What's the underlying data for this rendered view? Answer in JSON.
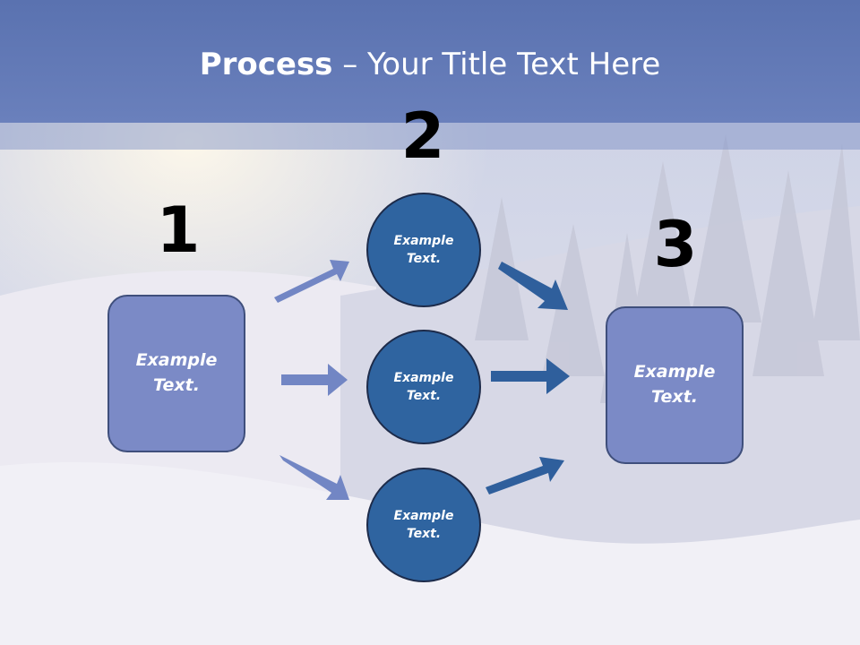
{
  "title": {
    "bold": "Process",
    "rest": " – Your Title Text Here"
  },
  "numbers": [
    "1",
    "2",
    "3"
  ],
  "left_box": {
    "label": "Example\nText."
  },
  "right_box": {
    "label": "Example\nText."
  },
  "circles": [
    {
      "label": "Example\nText."
    },
    {
      "label": "Example\nText."
    },
    {
      "label": "Example\nText."
    }
  ],
  "colors": {
    "box": "#7b8ac6",
    "circle": "#2f64a0",
    "arrow_light": "#7286c4",
    "arrow_dark": "#2f5f9c"
  }
}
